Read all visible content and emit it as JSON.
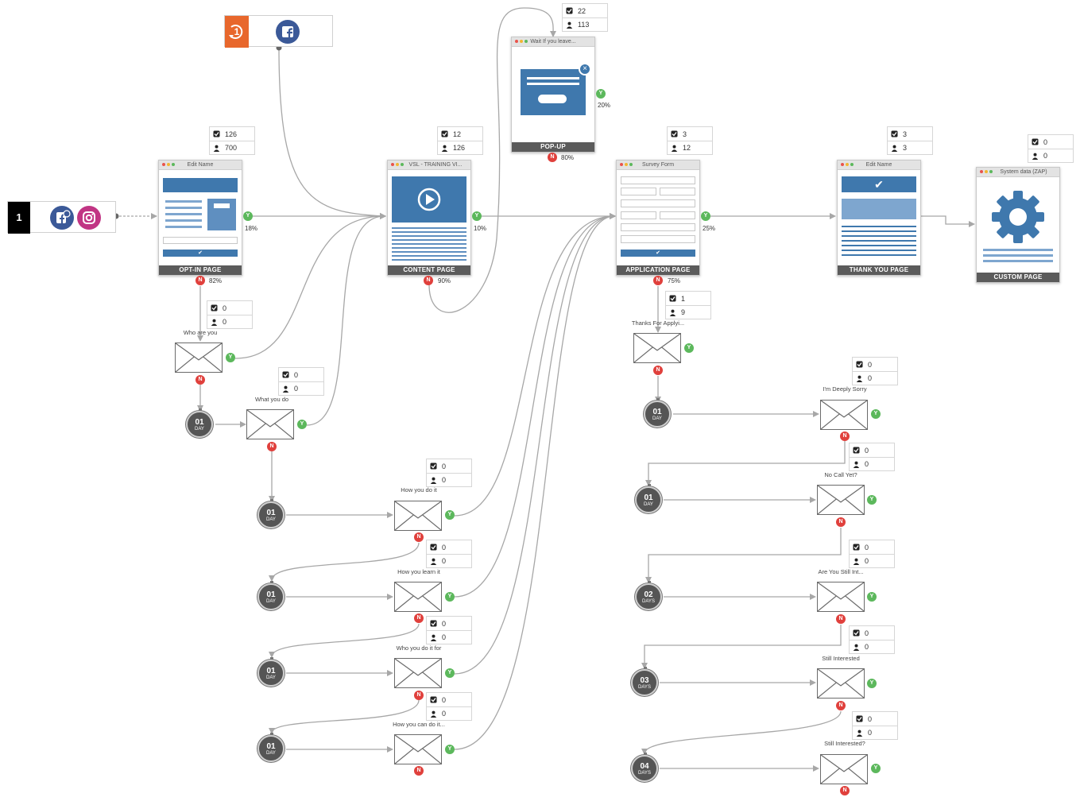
{
  "source": {
    "number": "1",
    "icons": [
      "facebook-ads-icon",
      "instagram-icon"
    ]
  },
  "top_traffic": {
    "icons": [
      "reload-one-icon",
      "facebook-icon"
    ]
  },
  "pages": {
    "optin": {
      "bar_title": "Edit Name",
      "footer": "OPT-IN PAGE",
      "stat1": "126",
      "stat2": "700",
      "yes_pct": "18%",
      "no_pct": "82%"
    },
    "content": {
      "bar_title": "VSL - TRAINING VI...",
      "footer": "CONTENT PAGE",
      "stat1": "12",
      "stat2": "126",
      "yes_pct": "10%",
      "no_pct": "90%"
    },
    "popup": {
      "bar_title": "Wait If you leave...",
      "footer": "POP-UP",
      "stat1": "22",
      "stat2": "113",
      "yes_pct": "20%",
      "no_pct": "80%"
    },
    "application": {
      "bar_title": "Survey Form",
      "footer": "APPLICATION PAGE",
      "stat1": "3",
      "stat2": "12",
      "yes_pct": "25%",
      "no_pct": "75%"
    },
    "thankyou": {
      "bar_title": "Edit Name",
      "footer": "THANK YOU PAGE",
      "stat1": "3",
      "stat2": "3"
    },
    "custom": {
      "bar_title": "System data (ZAP)",
      "footer": "CUSTOM PAGE",
      "stat1": "0",
      "stat2": "0"
    }
  },
  "emails": {
    "who_are_you": {
      "label": "Who are you",
      "stat1": "0",
      "stat2": "0"
    },
    "what_you_do": {
      "label": "What you do",
      "stat1": "0",
      "stat2": "0"
    },
    "how_you_do_it": {
      "label": "How you do it",
      "stat1": "0",
      "stat2": "0"
    },
    "how_you_learn_it": {
      "label": "How you learn it",
      "stat1": "0",
      "stat2": "0"
    },
    "who_you_do_it_for": {
      "label": "Who you do it for",
      "stat1": "0",
      "stat2": "0"
    },
    "how_you_can_do_it": {
      "label": "How you can do it...",
      "stat1": "0",
      "stat2": "0"
    },
    "thanks_for_applying": {
      "label": "Thanks For Applyi...",
      "stat1": "1",
      "stat2": "9"
    },
    "deeply_sorry": {
      "label": "I'm Deeply Sorry",
      "stat1": "0",
      "stat2": "0"
    },
    "no_call_yet": {
      "label": "No Call Yet?",
      "stat1": "0",
      "stat2": "0"
    },
    "still_int": {
      "label": "Are You Still Int...",
      "stat1": "0",
      "stat2": "0"
    },
    "still_interested": {
      "label": "Still Interested",
      "stat1": "0",
      "stat2": "0"
    },
    "still_interested_q": {
      "label": "Still Interested?",
      "stat1": "0",
      "stat2": "0"
    }
  },
  "timers": {
    "t1": {
      "num": "01",
      "unit": "DAY"
    },
    "t2": {
      "num": "01",
      "unit": "DAY"
    },
    "t3": {
      "num": "01",
      "unit": "DAY"
    },
    "t4": {
      "num": "01",
      "unit": "DAY"
    },
    "t5": {
      "num": "01",
      "unit": "DAY"
    },
    "t6": {
      "num": "01",
      "unit": "DAY"
    },
    "t7": {
      "num": "01",
      "unit": "DAY"
    },
    "t8": {
      "num": "01",
      "unit": "DAY"
    },
    "t9": {
      "num": "02",
      "unit": "DAYS"
    },
    "t10": {
      "num": "03",
      "unit": "DAYS"
    },
    "t11": {
      "num": "04",
      "unit": "DAYS"
    }
  },
  "badges": {
    "yes": "Y",
    "no": "N"
  },
  "colors": {
    "page_blue": "#3f78ad",
    "page_blue_light": "#7ea6cf",
    "yes": "#5cb85c",
    "no": "#e0403c",
    "facebook": "#3b5998",
    "instagram": "#c13584",
    "reload": "#e8672c",
    "wire": "#a7a7a7",
    "footer": "#5b5b5b",
    "timer": "#555555"
  }
}
